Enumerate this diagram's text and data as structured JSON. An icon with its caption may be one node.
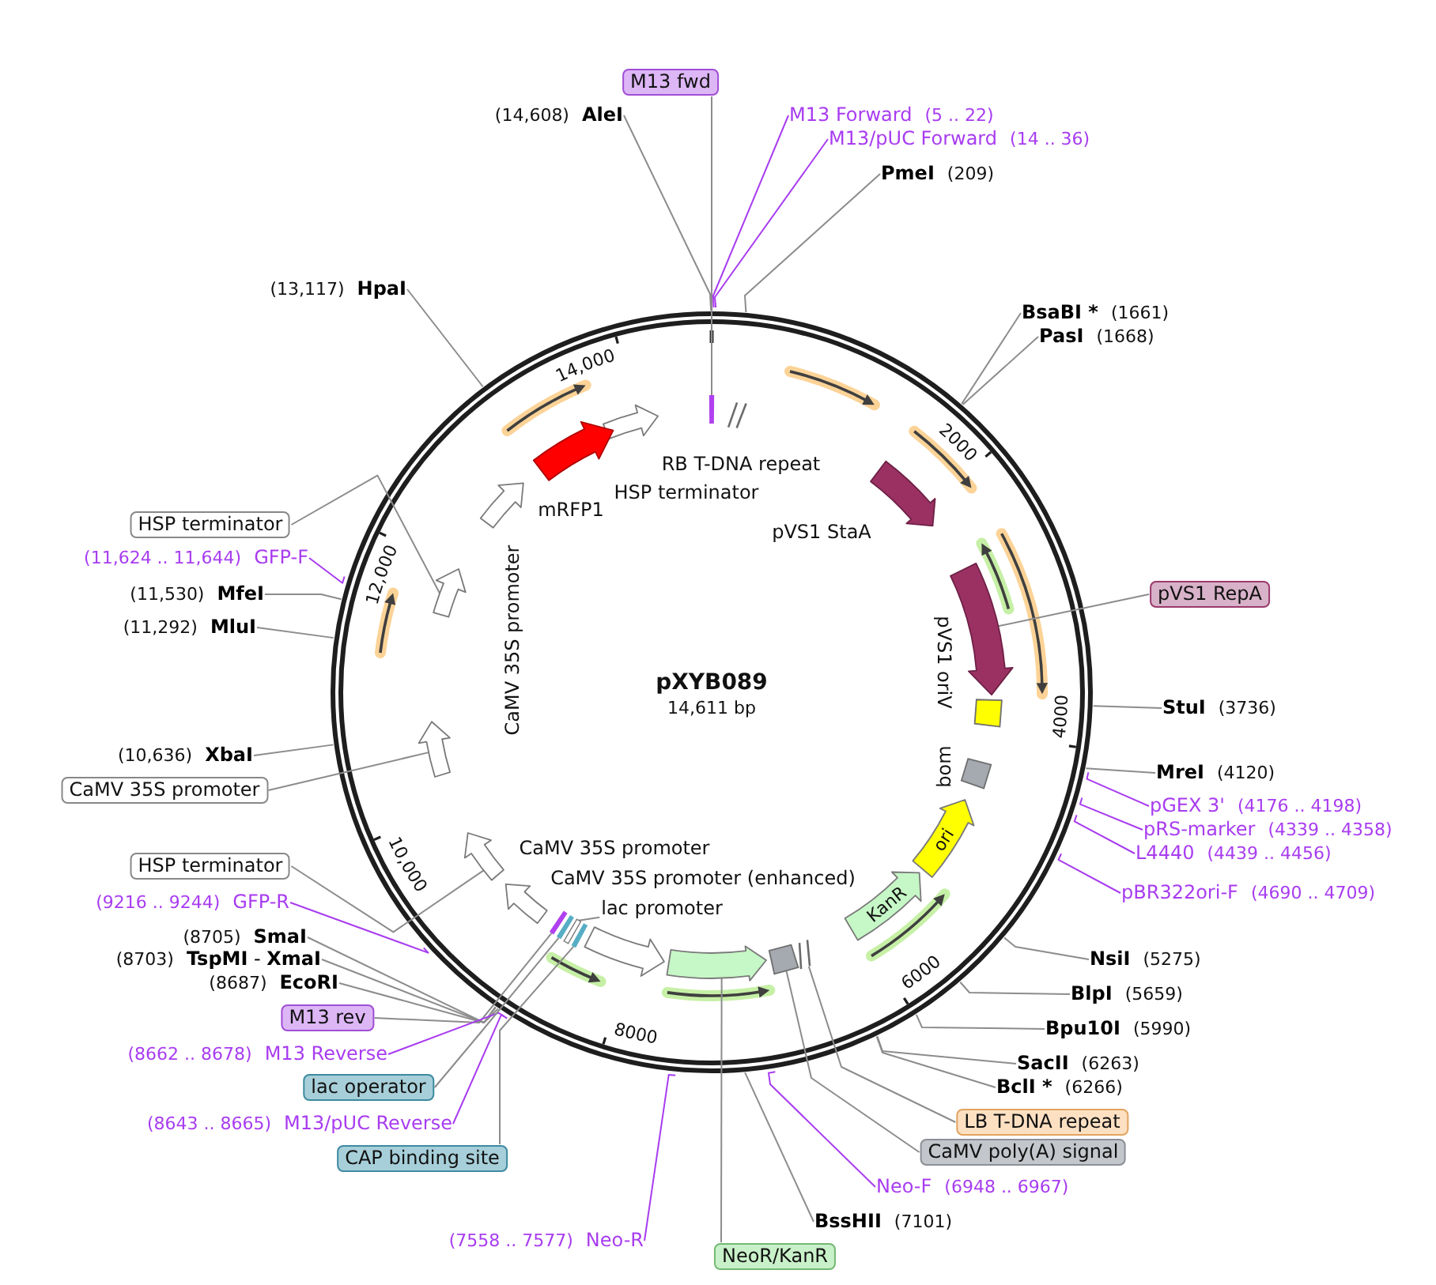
{
  "diagram": {
    "title": "pXYB089",
    "nodes": [
      {
        "text": [
          "M13 fwd"
        ]
      },
      {
        "text": [
          "(14,608)",
          "AleI"
        ]
      },
      {
        "text": [
          "M13 Forward",
          "(5 .. 22)"
        ]
      },
      {
        "text": [
          "M13/pUC Forward",
          "(14 .. 36)"
        ]
      },
      {
        "text": [
          "PmeI",
          "(209)"
        ]
      },
      {
        "text": [
          "(13,117)",
          "HpaI"
        ]
      },
      {
        "text": [
          "BsaBI *",
          "(1661)"
        ]
      },
      {
        "text": [
          "PasI",
          "(1668)"
        ]
      },
      {
        "text": [],
        "shape": "bar"
      },
      {
        "text": [
          "RB T-DNA repeat"
        ]
      },
      {
        "text": [
          "HSP terminator"
        ]
      },
      {
        "text": [
          "mRFP1"
        ]
      },
      {
        "text": [
          "pVS1 StaA"
        ]
      },
      {
        "text": [
          "CaMV 35S promoter"
        ]
      },
      {
        "text": [
          "HSP terminator"
        ]
      },
      {
        "text": [
          "(11,624 .. 11,644)",
          "GFP-F"
        ]
      },
      {
        "text": [],
        "shape": "arrow"
      },
      {
        "text": [],
        "shape": "arrow"
      },
      {
        "text": [
          "pVS1 RepA"
        ]
      },
      {
        "text": [
          "(11,530)",
          "MfeI"
        ]
      },
      {
        "text": [
          "(11,292)",
          "MluI"
        ]
      },
      {
        "text": [
          "pVS1 oriV"
        ]
      },
      {
        "text": [
          "StuI",
          "(3736)"
        ]
      },
      {
        "text": [],
        "shape": "arrow"
      },
      {
        "text": [
          "CaMV 35S promoter"
        ]
      },
      {
        "text": [
          "(10,636)",
          "XbaI"
        ]
      },
      {
        "text": [
          "bom"
        ]
      },
      {
        "text": [
          "MreI",
          "(4120)"
        ]
      },
      {
        "text": [
          "CaMV 35S promoter"
        ]
      },
      {
        "text": [
          "pGEX 3'",
          "(4176 .. 4198)"
        ]
      },
      {
        "text": [
          "ori"
        ]
      },
      {
        "text": [
          "pRS-marker",
          "(4339 .. 4358)"
        ]
      },
      {
        "text": [
          "lac promoter"
        ]
      },
      {
        "text": [],
        "shape": "arrow"
      },
      {
        "text": [
          "L4440",
          "(4439 .. 4456)"
        ]
      },
      {
        "text": [
          "HSP terminator"
        ]
      },
      {
        "text": [
          "CaMV 35S promoter (enhanced)"
        ]
      },
      {
        "text": [
          "KanR"
        ]
      },
      {
        "text": [
          "pBR322ori-F",
          "(4690 .. 4709)"
        ]
      },
      {
        "text": [
          "(9216 .. 9244)",
          "GFP-R"
        ]
      },
      {
        "text": [],
        "shape": "bar"
      },
      {
        "text": [],
        "shape": "bar"
      },
      {
        "text": [],
        "shape": "bar"
      },
      {
        "text": [],
        "shape": "bar"
      },
      {
        "text": [
          "(8705)",
          "SmaI"
        ]
      },
      {
        "text": [],
        "shape": "box"
      },
      {
        "text": [],
        "shape": "bar"
      },
      {
        "text": [],
        "shape": "arrow"
      },
      {
        "text": [
          "(8703)",
          "**TspMI** - **XmaI**"
        ]
      },
      {
        "text": [
          "NsiI",
          "(5275)"
        ]
      },
      {
        "text": [
          "(8687)",
          "EcoRI"
        ]
      },
      {
        "text": [
          "BlpI",
          "(5659)"
        ]
      },
      {
        "text": [
          "M13 rev"
        ]
      },
      {
        "text": [
          "Bpu10I",
          "(5990)"
        ]
      },
      {
        "text": [
          "(8662 .. 8678)",
          "M13 Reverse"
        ]
      },
      {
        "text": [
          "SacII",
          "(6263)"
        ]
      },
      {
        "text": [
          "lac operator"
        ]
      },
      {
        "text": [
          "BclI *",
          "(6266)"
        ]
      },
      {
        "text": [
          "LB T-DNA repeat"
        ]
      },
      {
        "text": [
          "(8643 .. 8665)",
          "M13/pUC Reverse"
        ]
      },
      {
        "text": [
          "CaMV poly(A) signal"
        ]
      },
      {
        "text": [
          "CAP binding site"
        ]
      },
      {
        "text": [
          "Neo-F",
          "(6948 .. 6967)"
        ]
      },
      {
        "text": [
          "BssHII",
          "(7101)"
        ]
      },
      {
        "text": [
          "(7558 .. 7577)",
          "Neo-R"
        ]
      },
      {
        "text": [
          "NeoR/KanR"
        ]
      }
    ],
    "edges": [
      {
        "from": 0,
        "to": 8,
        "arrow": "none"
      },
      {
        "from": 1,
        "to": null,
        "arrow": "none"
      },
      {
        "from": 2,
        "to": null,
        "arrow": "none",
        "color": "#a83cf0"
      },
      {
        "from": 3,
        "to": null,
        "arrow": "none",
        "color": "#a83cf0"
      },
      {
        "from": 4,
        "to": null,
        "arrow": "none"
      },
      {
        "from": 5,
        "to": null,
        "arrow": "none"
      },
      {
        "from": 6,
        "to": null,
        "arrow": "none"
      },
      {
        "from": 7,
        "to": null,
        "arrow": "none"
      },
      {
        "from": 14,
        "to": 17,
        "arrow": "none"
      },
      {
        "from": 15,
        "to": null,
        "arrow": "none",
        "color": "#a83cf0"
      },
      {
        "from": 18,
        "to": 16,
        "arrow": "none"
      },
      {
        "from": 19,
        "to": null,
        "arrow": "none"
      },
      {
        "from": 20,
        "to": null,
        "arrow": "none"
      },
      {
        "from": 22,
        "to": null,
        "arrow": "none"
      },
      {
        "from": 28,
        "to": 23,
        "arrow": "none"
      },
      {
        "from": 25,
        "to": null,
        "arrow": "none"
      },
      {
        "from": 27,
        "to": null,
        "arrow": "none"
      },
      {
        "from": 29,
        "to": null,
        "arrow": "none",
        "color": "#a83cf0"
      },
      {
        "from": 31,
        "to": null,
        "arrow": "none",
        "color": "#a83cf0"
      },
      {
        "from": 32,
        "to": 42,
        "arrow": "none"
      },
      {
        "from": 35,
        "to": 33,
        "arrow": "none"
      },
      {
        "from": 34,
        "to": null,
        "arrow": "none",
        "color": "#a83cf0"
      },
      {
        "from": 38,
        "to": null,
        "arrow": "none",
        "color": "#a83cf0"
      },
      {
        "from": 39,
        "to": null,
        "arrow": "none",
        "color": "#a83cf0"
      },
      {
        "from": 44,
        "to": null,
        "arrow": "none"
      },
      {
        "from": 48,
        "to": null,
        "arrow": "none"
      },
      {
        "from": 50,
        "to": null,
        "arrow": "none"
      },
      {
        "from": 52,
        "to": 40,
        "arrow": "none"
      },
      {
        "from": 54,
        "to": null,
        "arrow": "none",
        "color": "#a83cf0"
      },
      {
        "from": 56,
        "to": 41,
        "arrow": "none"
      },
      {
        "from": 59,
        "to": null,
        "arrow": "none",
        "color": "#a83cf0"
      },
      {
        "from": 61,
        "to": 43,
        "arrow": "none"
      },
      {
        "from": 49,
        "to": null,
        "arrow": "none"
      },
      {
        "from": 51,
        "to": null,
        "arrow": "none"
      },
      {
        "from": 53,
        "to": null,
        "arrow": "none"
      },
      {
        "from": 55,
        "to": null,
        "arrow": "none"
      },
      {
        "from": 57,
        "to": null,
        "arrow": "none"
      },
      {
        "from": 58,
        "to": 46,
        "arrow": "none"
      },
      {
        "from": 60,
        "to": 45,
        "arrow": "none"
      },
      {
        "from": 62,
        "to": null,
        "arrow": "none",
        "color": "#a83cf0"
      },
      {
        "from": 63,
        "to": null,
        "arrow": "none"
      },
      {
        "from": 64,
        "to": null,
        "arrow": "none",
        "color": "#a83cf0"
      },
      {
        "from": 65,
        "to": 47,
        "arrow": "none"
      }
    ],
    "labels": [
      "14,000",
      "2000",
      "12,000",
      "14,611 bp",
      "4000",
      "10,000",
      "6000",
      "8000"
    ]
  }
}
